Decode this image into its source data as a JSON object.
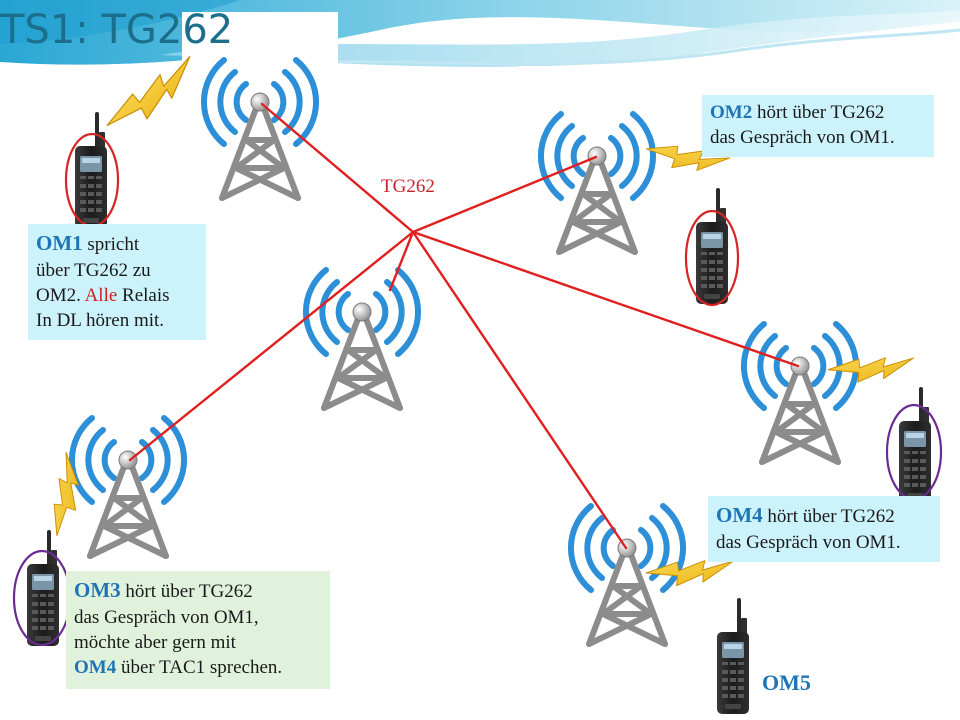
{
  "title": "TS1: TG262",
  "tg_label": "TG262",
  "colors": {
    "title": "#1b6f8c",
    "om_name": "#1e74b4",
    "link_line": "#e02020",
    "alle_highlight": "#d21e1e",
    "box_cyan": "#ccf2fb",
    "box_green": "#e0f2dc",
    "signal_waves": "#2c8fd8",
    "tower": "#8c8c8c",
    "lightning": "#f2c218",
    "circle_red": "#d42424",
    "circle_purple": "#6a2c91"
  },
  "icons": [
    "radio-tower-icon",
    "handheld-radio-icon",
    "lightning-bolt-icon"
  ],
  "boxes": {
    "om1": {
      "name": "OM1",
      "line1": " spricht",
      "line2": "über TG262 zu",
      "line3a": "OM2. ",
      "highlight": "Alle",
      "line3b": " Relais",
      "line4": "In DL hören mit."
    },
    "om2": {
      "name": "OM2",
      "line1": " hört über TG262",
      "line2": "das Gespräch von OM1."
    },
    "om4": {
      "name": "OM4",
      "line1": " hört über TG262",
      "line2": "das Gespräch von OM1."
    },
    "om3": {
      "name": "OM3",
      "line1": " hört über TG262",
      "line2": "das Gespräch von OM1,",
      "line3": "möchte aber gern mit",
      "name2": "OM4",
      "line4": " über TAC1 sprechen."
    }
  },
  "om5_label": "OM5"
}
